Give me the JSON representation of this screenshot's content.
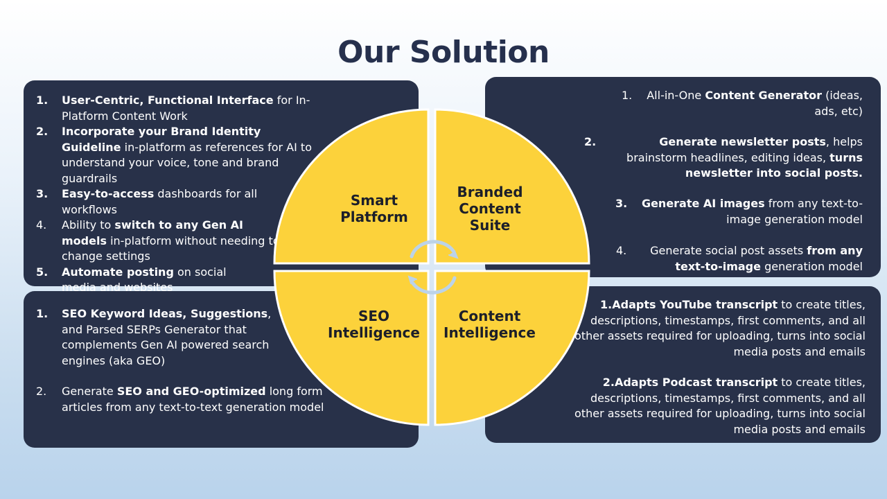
{
  "title": "Our Solution",
  "colors": {
    "panel": "#283149",
    "quadrant": "#fcd23b",
    "title": "#26304d",
    "arrows": "#bcd3e8"
  },
  "quadrants": {
    "top_left": [
      "Smart",
      "Platform"
    ],
    "top_right": [
      "Branded",
      "Content",
      "Suite"
    ],
    "bottom_left": [
      "SEO",
      "Intelligence"
    ],
    "bottom_right": [
      "Content",
      "Intelligence"
    ]
  },
  "icons": {
    "center": "circular-arrows-icon"
  },
  "smart_platform": [
    {
      "num": "1.",
      "bold_num": true,
      "bold": "User-Centric, Functional Interface",
      "rest": " for In-Platform Content Work"
    },
    {
      "num": "2.",
      "bold_num": true,
      "bold": "Incorporate your Brand Identity Guideline",
      "rest": " in-platform as references for AI to understand your voice, tone and brand guardrails"
    },
    {
      "num": "3.",
      "bold_num": true,
      "bold": "Easy-to-access",
      "rest": " dashboards for all workflows"
    },
    {
      "num": "4.",
      "bold_num": false,
      "pre": "Ability to ",
      "bold": "switch to any Gen AI models",
      "rest": " in-platform without needing to change settings"
    },
    {
      "num": "5.",
      "bold_num": true,
      "bold": "Automate posting",
      "rest": " on social media and websites"
    }
  ],
  "seo_intelligence": [
    {
      "num": "1.",
      "bold_num": true,
      "bold": "SEO Keyword Ideas, Suggestions",
      "rest": ", and Parsed SERPs Generator that complements Gen AI powered search engines (aka GEO)"
    },
    {
      "num": "2.",
      "bold_num": false,
      "pre": "Generate ",
      "bold": "SEO and GEO-optimized",
      "rest": " long form articles from any text-to-text generation model"
    }
  ],
  "branded_content": [
    {
      "num": "1.",
      "pre": "All-in-One ",
      "bold": "Content Generator",
      "rest": " (ideas, ads, etc)"
    },
    {
      "num": "2.",
      "bold": "Generate newsletter posts",
      "mid": ", helps brainstorm headlines, editing ideas, ",
      "bold2": "turns newsletter into social posts."
    },
    {
      "num": "3.",
      "bold": "Generate AI images",
      "rest": " from any text-to-image generation model"
    },
    {
      "num": "4.",
      "pre": "Generate social post assets ",
      "bold": "from any text-to-image",
      "rest": " generation model"
    }
  ],
  "content_intelligence": [
    {
      "bold": "1.Adapts YouTube transcript",
      "rest": " to create titles, descriptions, timestamps, first comments, and all other assets required for uploading, turns into social media posts and emails"
    },
    {
      "bold": "2.Adapts Podcast transcript",
      "rest": " to create titles, descriptions, timestamps, first comments, and all other assets required for uploading, turns into social media posts and emails"
    }
  ]
}
